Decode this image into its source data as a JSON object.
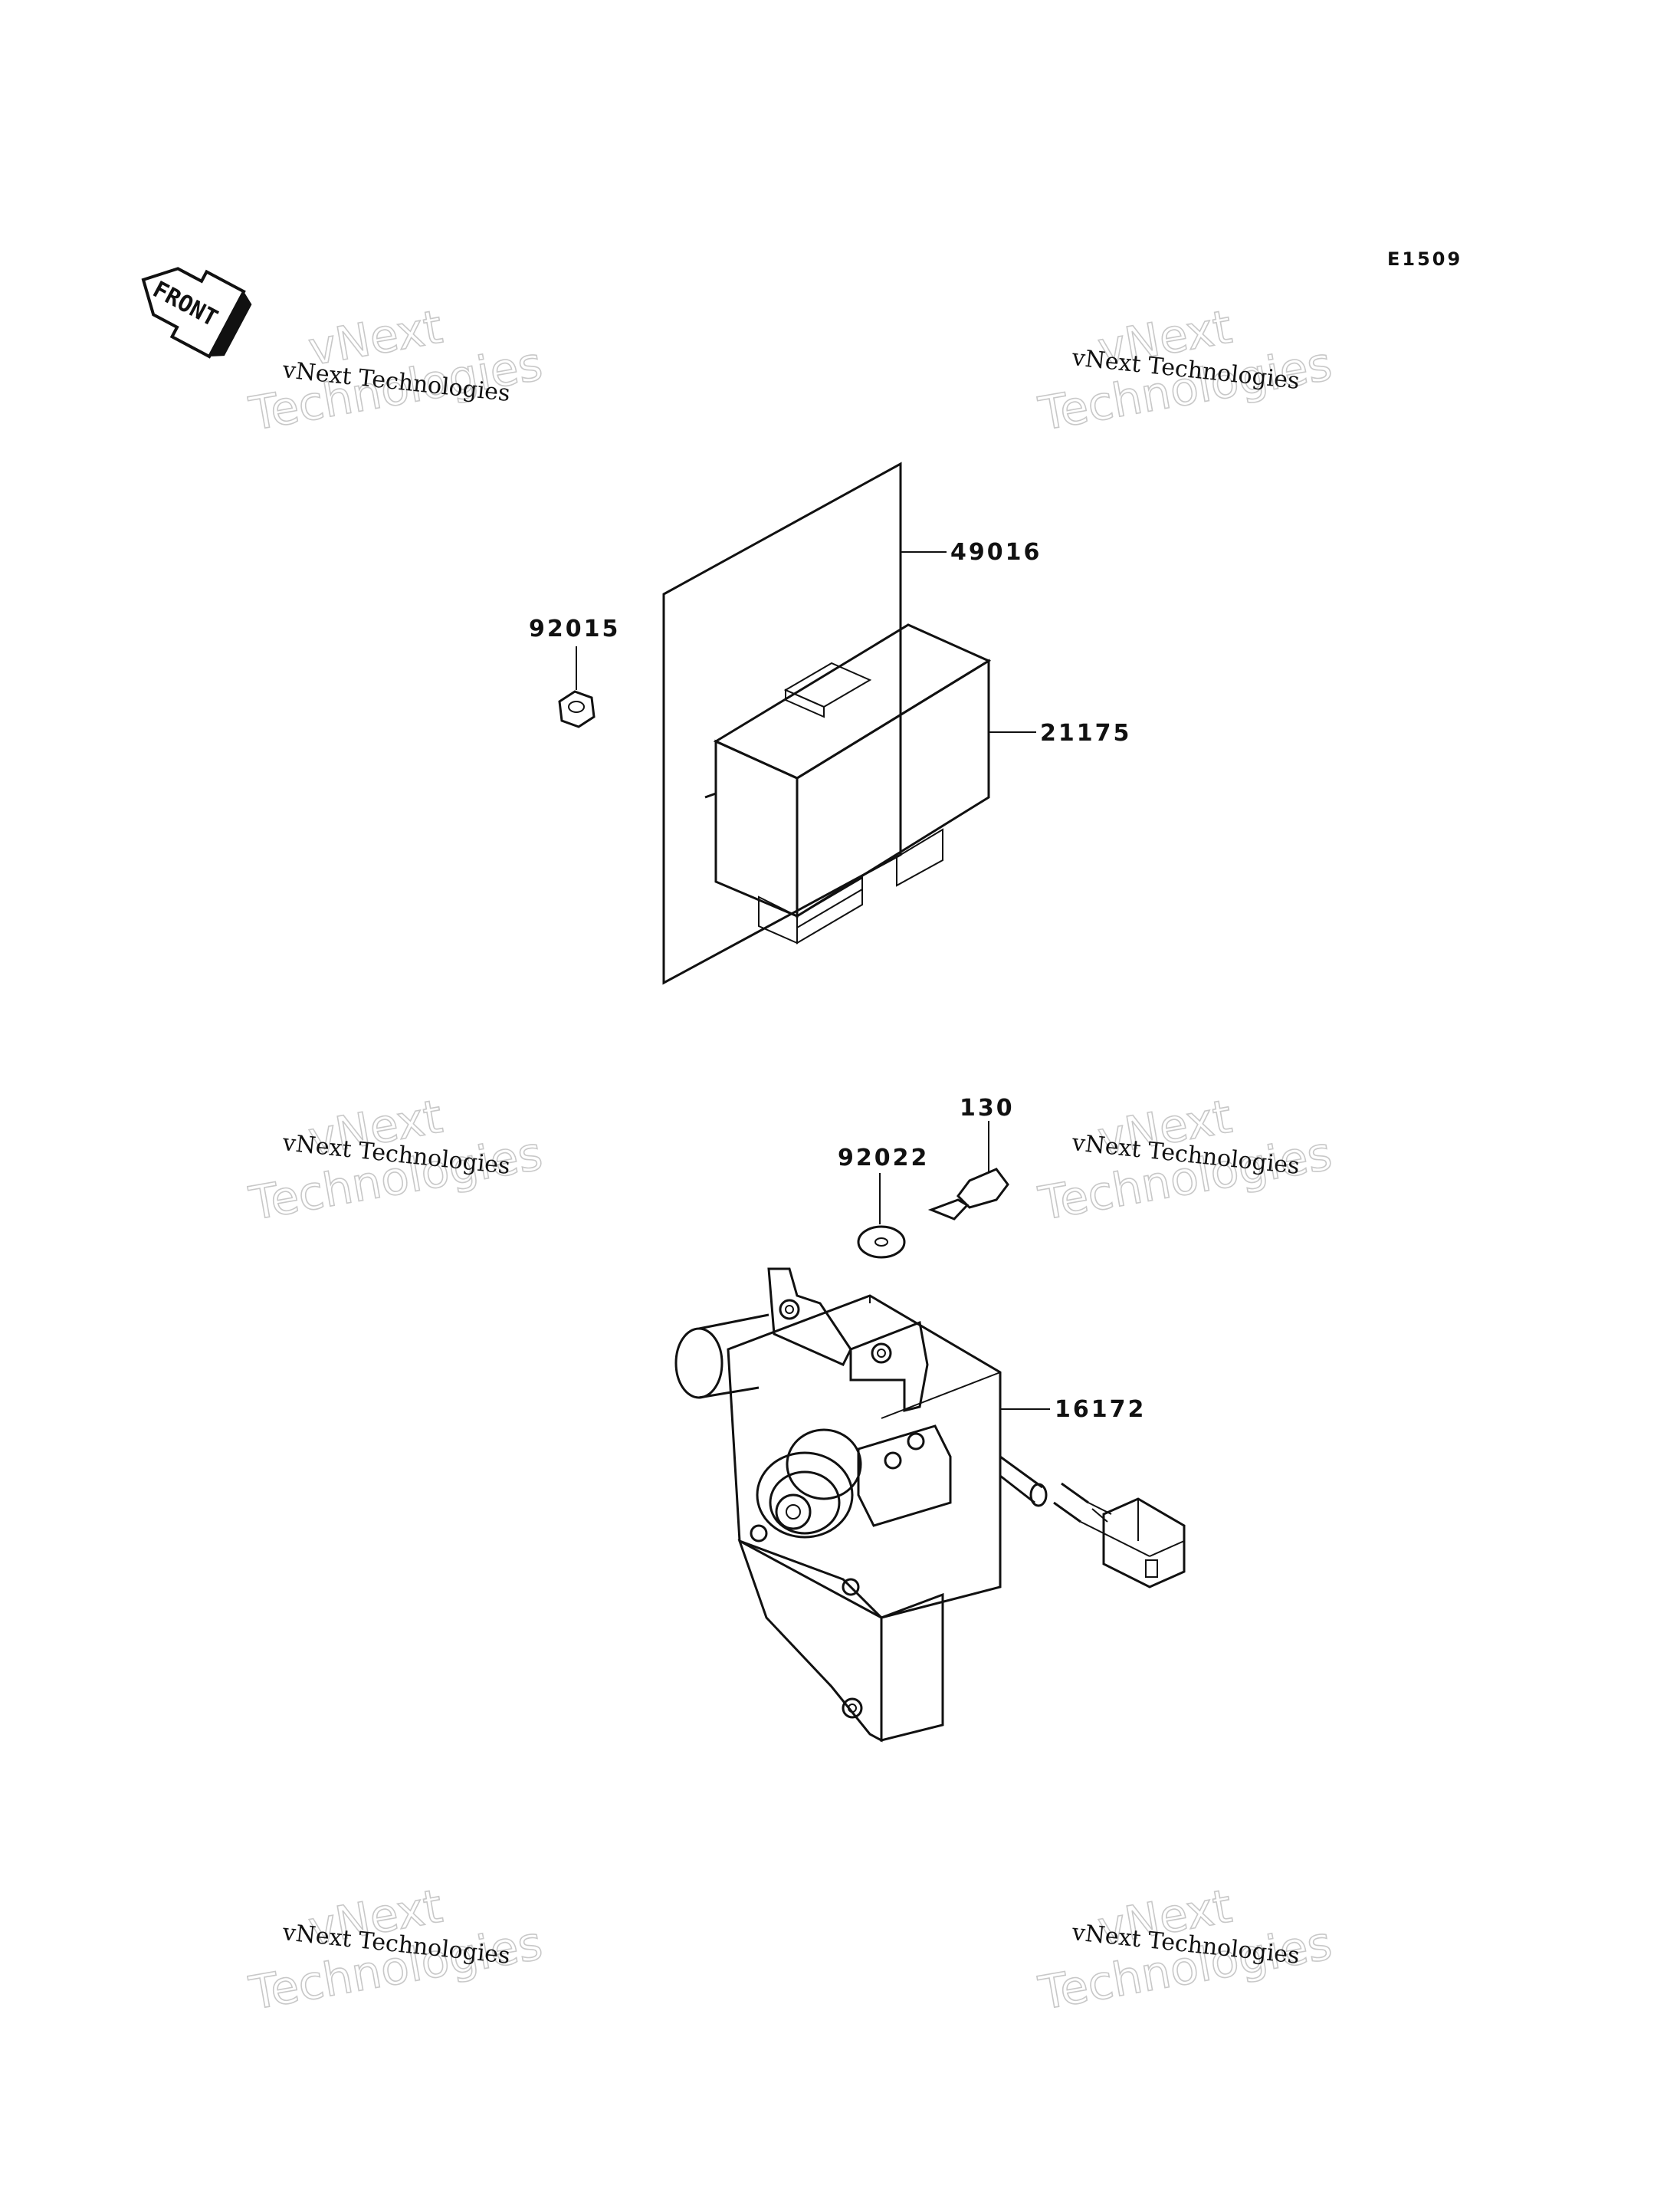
{
  "diagram_code": "E1509",
  "front_label": "FRONT",
  "parts": [
    {
      "number": "49016"
    },
    {
      "number": "92015"
    },
    {
      "number": "21175"
    },
    {
      "number": "130"
    },
    {
      "number": "92022"
    },
    {
      "number": "16172"
    }
  ],
  "watermark": {
    "line_small": "vNext Technologies",
    "line_big_1": "vNext",
    "line_big_2": "Technologies"
  }
}
